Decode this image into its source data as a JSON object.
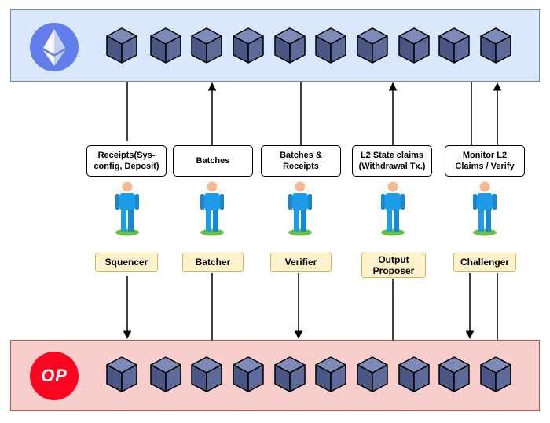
{
  "l1": {
    "name": "ethereum",
    "logo_icon": "ethereum-logo-icon",
    "block_count": 10,
    "color": "#dae8fc"
  },
  "l2": {
    "name": "optimism",
    "logo_text": "OP",
    "block_count": 10,
    "color": "#f8cecc"
  },
  "flows": [
    {
      "label": "Receipts(Sys-config, Deposit)",
      "label_line1": "Receipts(Sys-",
      "label_line2": "config, Deposit)",
      "role": "Squencer",
      "direction": "L1 to L2"
    },
    {
      "label": "Batches",
      "role": "Batcher",
      "direction": "L2 to L1"
    },
    {
      "label": "Batches & Receipts",
      "label_line1": "Batches &",
      "label_line2": "Receipts",
      "role": "Verifier",
      "direction": "L1 to L2"
    },
    {
      "label": "L2 State claims (Withdrawal Tx.)",
      "label_line1": "L2 State claims",
      "label_line2": "(Withdrawal Tx.)",
      "role": "Output Proposer",
      "role_line1": "Output",
      "role_line2": "Proposer",
      "direction": "L2 to L1"
    },
    {
      "label": "Monitor L2 Claims / Verify",
      "label_line1": "Monitor L2",
      "label_line2": "Claims / Verify",
      "role": "Challenger",
      "direction": "bidirectional"
    }
  ]
}
